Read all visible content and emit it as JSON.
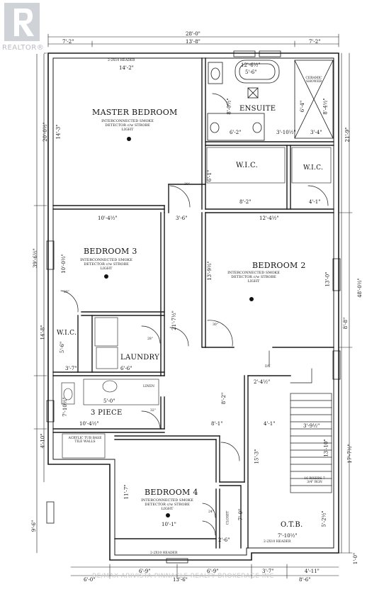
{
  "brand": {
    "logo_text": "REALTOR®",
    "watermark": "RE/MAX ARIVISTA PINNACLE REALTY BROKERAGE INC"
  },
  "rooms": {
    "master": "MASTER BEDROOM",
    "ensuite": "ENSUITE",
    "wic_left": "W.I.C.",
    "wic_right": "W.I.C.",
    "bedroom2": "BEDROOM 2",
    "bedroom3": "BEDROOM 3",
    "wic_small": "W.I.C.",
    "laundry": "LAUNDRY",
    "three_piece": "3 PIECE",
    "bedroom4": "BEDROOM 4",
    "otb": "O.T.B.",
    "linen": "LINEN",
    "closet": "CLOSET",
    "shower": "CERAMIC SHOWER",
    "tub_note": "ACRYLIC TUB BASE TILE WALLS",
    "dn": "DN",
    "steps_note": "16 RISERS 7 3/4\" RGN"
  },
  "notes": {
    "smoke": "INTERCONNECTED SMOKE DETECTOR c/w STROBE LIGHT"
  },
  "dims": {
    "top_total": "28'-0\"",
    "top_left": "7'-2\"",
    "top_mid": "13'-8\"",
    "top_right": "7'-2\"",
    "header_top": "2-2X10 HEADER",
    "m_width": "14'-2\"",
    "m_depth": "14'-3\"",
    "ens_w1": "12'-6½\"",
    "ens_w2": "5'-6\"",
    "ens_w3": "6'-2\"",
    "ens_w4": "3'-10½\"",
    "ens_w5": "3'-4\"",
    "ens_d1": "6'-4\"",
    "ens_d2": "8'-4½\"",
    "ens_d3": "8'-0½\"",
    "wic_w": "8'-2\"",
    "wic_r_w": "4'-1\"",
    "wic_d": "6'-1\"",
    "b2_w": "12'-4½\"",
    "b2_d": "13'-9½\"",
    "b2_d2": "13'-0\"",
    "b3_w": "10'-4½\"",
    "b3_d": "10'-0½\"",
    "hall_w": "3'-6\"",
    "hall_d": "21'-7½\"",
    "wic_s_w": "3'-7\"",
    "wic_s_d": "5'-6\"",
    "laundry_w": "6'-6\"",
    "linen_w": "5'-0\"",
    "tp_w": "10'-4½\"",
    "tp_d": "7'-10½\"",
    "hall2_w": "8'-1\"",
    "hall2_d": "8'-2\"",
    "stair_w1": "2'-4½\"",
    "stair_w2": "4'-1\"",
    "stair_w3": "3'-9½\"",
    "stair_d1": "15'-3\"",
    "stair_d2": "13'-10\"",
    "b4_d": "11'-7\"",
    "b4_w": "10'-1\"",
    "closet_d": "7'-0\"",
    "otb_w": "7'-10½\"",
    "otb_d": "5'-2½\"",
    "closet_w": "2'-6\"",
    "left_total": "39'-6½\"",
    "left_top": "20'-0½\"",
    "left_mid": "14'-8\"",
    "left_bot": "4'-10\"",
    "left_low": "9'-6\"",
    "right_top": "21'-9\"",
    "right_total": "48'-0½\"",
    "right_mid": "8'-8\"",
    "right_bot": "17'-7½\"",
    "right_low": "1'-0\"",
    "bot_left": "6'-0\"",
    "bot_a": "6'-9\"",
    "bot_b": "6'-9\"",
    "bot_c": "3'-7\"",
    "bot_d": "4'-11\"",
    "bot_e": "13'-6\"",
    "bot_f": "8'-6\"",
    "header_bot": "2-2X10 HEADER",
    "header_otb": "2-2X10 HEADER",
    "door30a": "30\"",
    "door30b": "30\"",
    "door28a": "28\"",
    "door28b": "28\"",
    "door32": "32\"",
    "door24": "24\""
  },
  "colors": {
    "ink": "#111111",
    "wall": "#1a1a1a",
    "paper": "#ffffff"
  }
}
